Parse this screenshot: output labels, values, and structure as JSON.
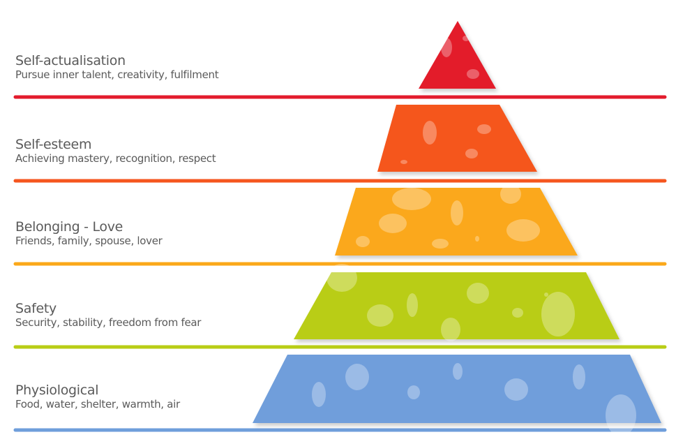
{
  "levels": [
    {
      "title": "Self-actualisation",
      "subtitle": "Pursue inner talent, creativity, fulfilment",
      "color": "#e31b2c"
    },
    {
      "title": "Self-esteem",
      "subtitle": "Achieving mastery, recognition, respect",
      "color": "#f5561f"
    },
    {
      "title": "Belonging - Love",
      "subtitle": "Friends, family, spouse, lover",
      "color": "#fba81a"
    },
    {
      "title": "Safety",
      "subtitle": "Security, stability, freedom from fear",
      "color": "#b9cd16"
    },
    {
      "title": "Physiological",
      "subtitle": "Food, water, shelter, warmth, air",
      "color": "#6f9edb"
    }
  ]
}
